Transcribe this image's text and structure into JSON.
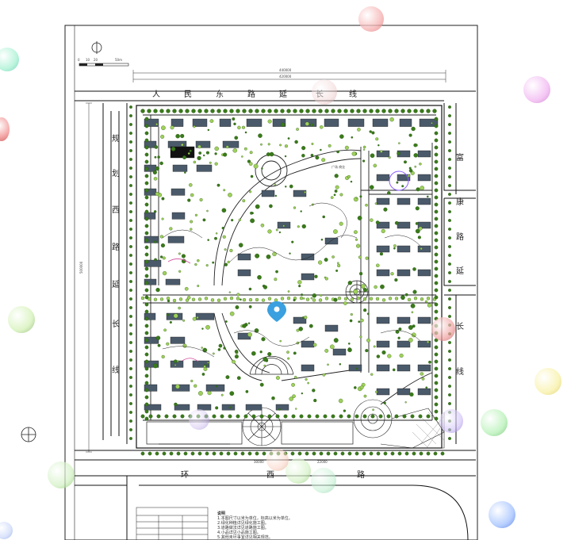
{
  "roads": {
    "north": [
      "人",
      "民",
      "东",
      "路",
      "延",
      "长",
      "线"
    ],
    "west": [
      "规",
      "划",
      "西",
      "路",
      "延",
      "长",
      "线"
    ],
    "east": [
      "富",
      "康",
      "路",
      "延",
      "长",
      "线"
    ],
    "south": [
      "环",
      "西",
      "路"
    ]
  },
  "scale": {
    "ticks": [
      "0",
      "10",
      "20",
      "50m"
    ],
    "north_symbol": "N"
  },
  "dimensions": {
    "top_total": "440000",
    "top_inner": "420000",
    "left_total": "500000",
    "bottom_a": "30000",
    "bottom_b": "22000"
  },
  "plaza": {
    "label": "广场 商业"
  },
  "notes": {
    "title": "说明",
    "lines": [
      "1.本图尺寸以米为单位，标高以米为单位。",
      "2.绿化种植详见绿化施工图。",
      "3.道路做法详见道路施工图。",
      "4.小品详见小品施工图。",
      "5.其他未尽事宜详见相关规范。"
    ]
  },
  "colors": {
    "tree": "#3a7a1a",
    "shrub": "#9fd05a",
    "building": "#4a5a6a",
    "road": "#111111",
    "bubble": "#8fd3ff",
    "marker": "#3aa0e0"
  }
}
